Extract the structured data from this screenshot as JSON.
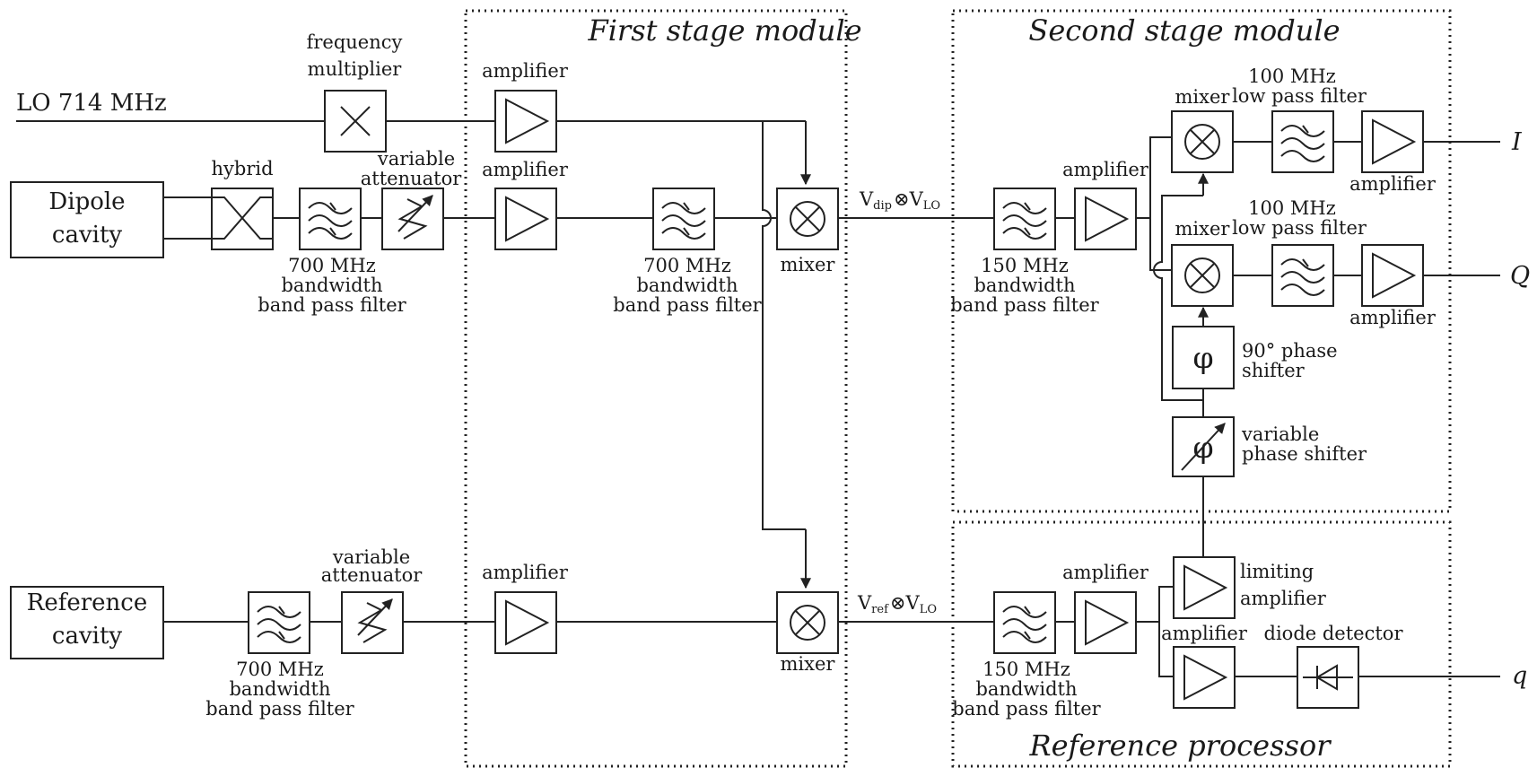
{
  "modules": {
    "first_stage": "First stage module",
    "second_stage": "Second stage module",
    "reference_processor": "Reference processor"
  },
  "inputs": {
    "lo": "LO 714 MHz",
    "dipole_line1": "Dipole",
    "dipole_line2": "cavity",
    "reference_line1": "Reference",
    "reference_line2": "cavity"
  },
  "outputs": {
    "i": "I",
    "q_upper": "Q",
    "q_lower": "q"
  },
  "labels": {
    "freq_mult_line1": "frequency",
    "freq_mult_line2": "multiplier",
    "hybrid": "hybrid",
    "var_att_line1": "variable",
    "var_att_line2": "attenuator",
    "amplifier": "amplifier",
    "mixer": "mixer",
    "bpf700_line1": "700 MHz",
    "bpf700_line2": "bandwidth",
    "bpf700_line3": "band pass filter",
    "bpf150_line1": "150 MHz",
    "bpf150_line2": "bandwidth",
    "bpf150_line3": "band pass filter",
    "lpf100_line1": "100 MHz",
    "lpf100_line2": "low pass filter",
    "phase90_line1": "90° phase",
    "phase90_line2": "shifter",
    "varphase_line1": "variable",
    "varphase_line2": "phase shifter",
    "limiting_line1": "limiting",
    "limiting_line2": "amplifier",
    "diode_detector": "diode detector",
    "phi": "φ"
  },
  "signals": {
    "v_main": "V",
    "dip_sub": "dip",
    "ref_sub": "ref",
    "otimes": "⊗",
    "lo_sub": "LO"
  }
}
